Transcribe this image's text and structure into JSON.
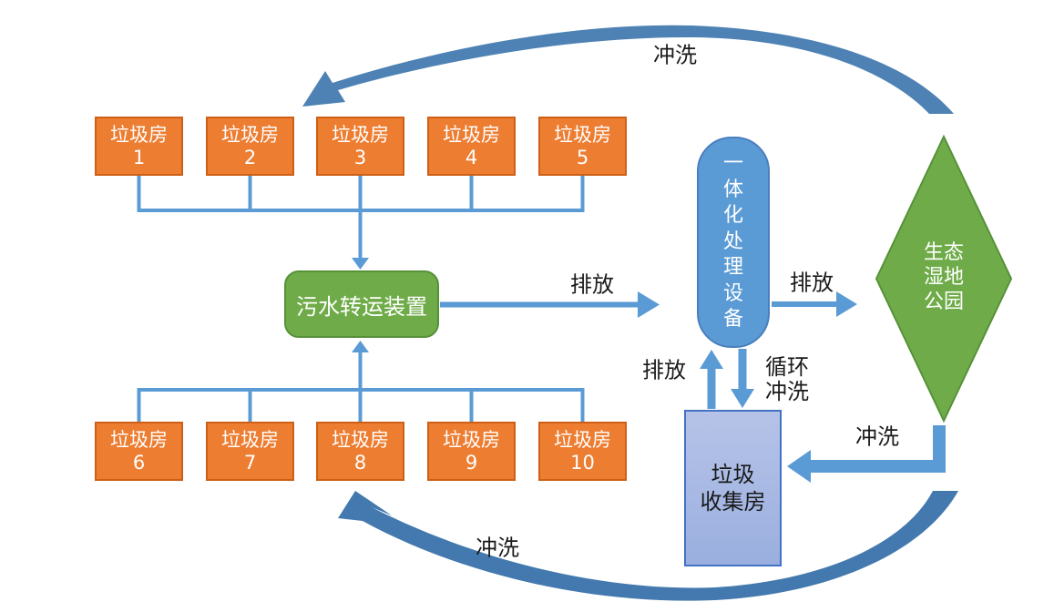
{
  "diagram": {
    "garbage_rooms_top": [
      {
        "name": "垃圾房",
        "number": "1"
      },
      {
        "name": "垃圾房",
        "number": "2"
      },
      {
        "name": "垃圾房",
        "number": "3"
      },
      {
        "name": "垃圾房",
        "number": "4"
      },
      {
        "name": "垃圾房",
        "number": "5"
      }
    ],
    "garbage_rooms_bottom": [
      {
        "name": "垃圾房",
        "number": "6"
      },
      {
        "name": "垃圾房",
        "number": "7"
      },
      {
        "name": "垃圾房",
        "number": "8"
      },
      {
        "name": "垃圾房",
        "number": "9"
      },
      {
        "name": "垃圾房",
        "number": "10"
      }
    ],
    "transfer_station": {
      "label": "污水转运装置"
    },
    "treatment_unit": {
      "label": "一体化处理设备",
      "chars": [
        "一",
        "体",
        "化",
        "处",
        "理",
        "设",
        "备"
      ]
    },
    "wetland_park": {
      "label": "生态湿地公园",
      "lines": [
        "生态",
        "湿地",
        "公园"
      ]
    },
    "collection_room": {
      "label": "垃圾收集房",
      "lines": [
        "垃圾",
        "收集房"
      ]
    },
    "flow_labels": {
      "flush_top_curve": "冲洗",
      "discharge_transfer_to_treatment": "排放",
      "discharge_treatment_to_wetland": "排放",
      "discharge_collection_to_treatment": "排放",
      "recycle_flush": [
        "循环",
        "冲洗"
      ],
      "flush_wetland_to_collection": "冲洗",
      "flush_bottom_curve": "冲洗"
    },
    "colors": {
      "orange_fill": "#ED7D31",
      "orange_border": "#CD5F17",
      "green_fill": "#6FAC49",
      "green_border": "#569138",
      "blue_fill": "#5B9BD5",
      "blue_border": "#4A7EBD",
      "purple_fill_top": "#B6C3E8",
      "purple_fill_bottom": "#9AAFDF",
      "purple_border": "#4472C4",
      "connector_blue": "#5B9BD5",
      "curve_top_blue": "#4E82B4",
      "curve_bottom_blue": "#4379AE",
      "box_text": "#FFFFFF",
      "label_text": "#1A1A1A"
    }
  }
}
